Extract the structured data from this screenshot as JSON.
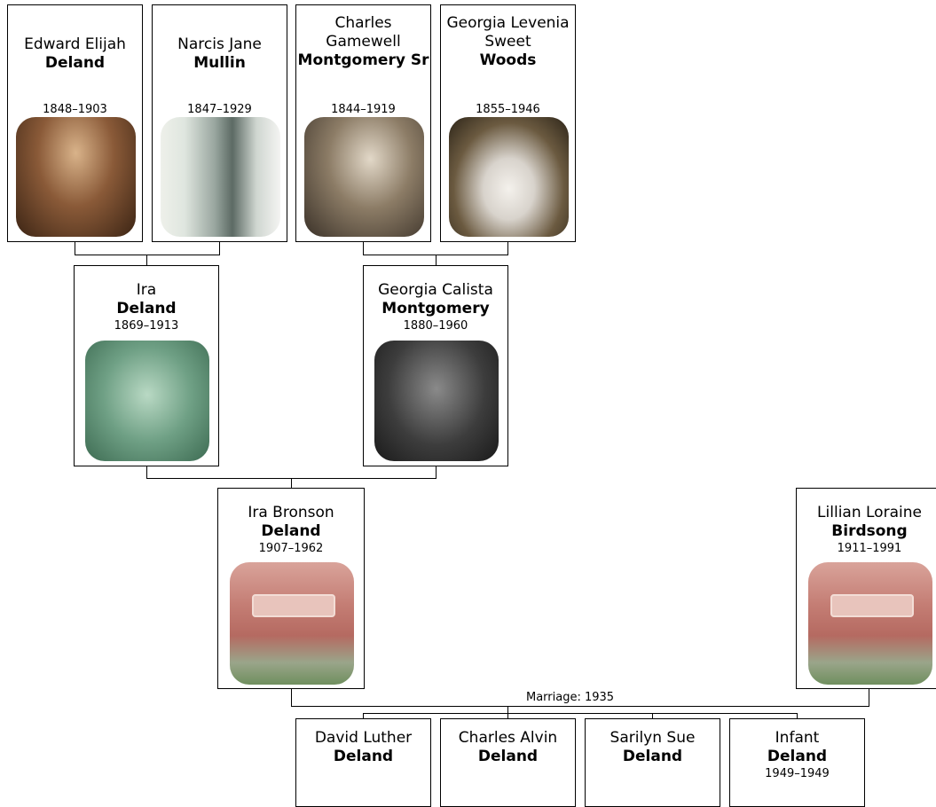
{
  "people": {
    "edward": {
      "given": "Edward Elijah",
      "surname": "Deland",
      "dates": "1848–1903",
      "photo": "portrait-photo"
    },
    "narcis": {
      "given": "Narcis Jane",
      "surname": "Mullin",
      "dates": "1847–1929",
      "photo": "portrait-photo"
    },
    "charles_sr": {
      "given": "Charles Gamewell",
      "surname": "Montgomery Sr",
      "dates": "1844–1919",
      "photo": "portrait-photo"
    },
    "georgia_levenia": {
      "given": "Georgia Levenia Sweet",
      "surname": "Woods",
      "dates": "1855–1946",
      "photo": "portrait-photo"
    },
    "ira": {
      "given": "Ira",
      "surname": "Deland",
      "dates": "1869–1913",
      "photo": "gravestone-photo"
    },
    "georgia_calista": {
      "given": "Georgia Calista",
      "surname": "Montgomery",
      "dates": "1880–1960",
      "photo": "group-photo"
    },
    "ira_bronson": {
      "given": "Ira Bronson",
      "surname": "Deland",
      "dates": "1907–1962",
      "photo": "gravestone-photo"
    },
    "lillian": {
      "given": "Lillian Loraine",
      "surname": "Birdsong",
      "dates": "1911–1991",
      "photo": "gravestone-photo"
    },
    "david": {
      "given": "David Luther",
      "surname": "Deland",
      "dates": ""
    },
    "charles_alvin": {
      "given": "Charles Alvin",
      "surname": "Deland",
      "dates": ""
    },
    "sarilyn": {
      "given": "Sarilyn Sue",
      "surname": "Deland",
      "dates": ""
    },
    "infant": {
      "given": "Infant",
      "surname": "Deland",
      "dates": "1949–1949"
    }
  },
  "marriage_label": "Marriage: 1935"
}
